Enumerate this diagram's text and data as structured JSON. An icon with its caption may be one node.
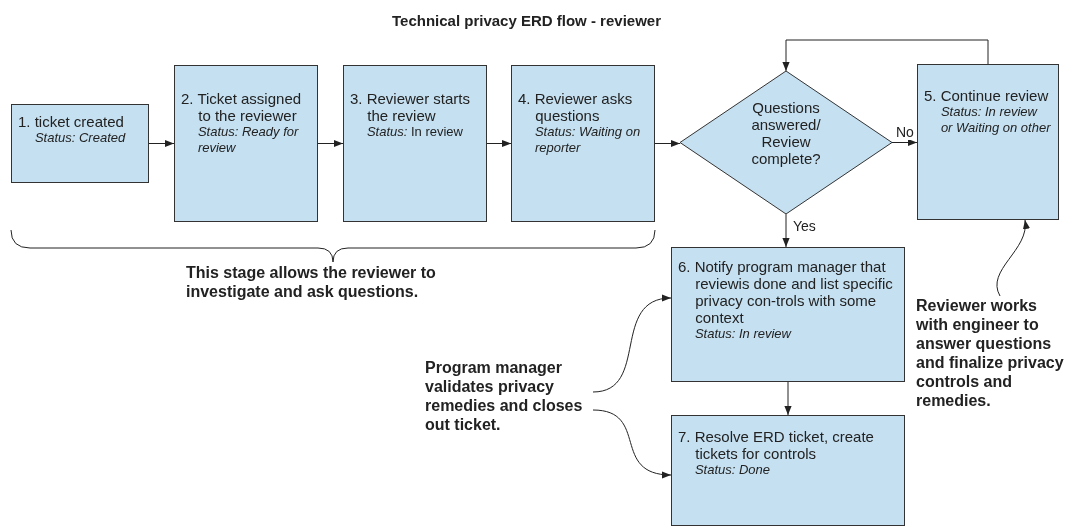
{
  "diagram": {
    "title": "Technical privacy ERD flow - reviewer",
    "nodes": [
      {
        "text": [
          "1. ticket created",
          "Status: Created"
        ]
      },
      {
        "text": [
          "2. Ticket assigned to the reviewer",
          "Status: Ready for review"
        ]
      },
      {
        "text": [
          "3. Reviewer starts the review",
          "*Status:* In review"
        ]
      },
      {
        "text": [
          "4. Reviewer asks questions",
          "Status: Waiting on reporter"
        ]
      },
      {
        "text": [
          "Questions answered/ Review complete?"
        ]
      },
      {
        "text": [
          "5. Continue review",
          "Status: In review or Waiting on other"
        ]
      },
      {
        "text": [
          "6. Notify program manager that reviewis done and list specific privacy con-trols with some context",
          "Status: In review"
        ]
      },
      {
        "text": [
          "7. Resolve ERD ticket, create tickets for controls",
          "Status: Done"
        ]
      },
      {
        "text": [
          "Program manager validates privacy remedies and closes out ticket."
        ]
      },
      {
        "text": [
          "Reviewer works with engineer to answer questions and finalize privacy controls and remedies."
        ]
      }
    ],
    "edges": [
      {
        "from": 0,
        "to": 1,
        "arrow": "to"
      },
      {
        "from": 1,
        "to": 2,
        "arrow": "to"
      },
      {
        "from": 2,
        "to": 3,
        "arrow": "to"
      },
      {
        "from": 3,
        "to": 4,
        "arrow": "to"
      },
      {
        "from": 4,
        "to": 5,
        "arrow": "to",
        "label": "No"
      },
      {
        "from": 4,
        "to": 6,
        "arrow": "to",
        "label": "Yes"
      },
      {
        "from": 5,
        "to": 4,
        "arrow": "to"
      },
      {
        "from": 6,
        "to": 7,
        "arrow": "to"
      },
      {
        "from": 8,
        "to": 6,
        "arrow": "to"
      },
      {
        "from": 8,
        "to": 7,
        "arrow": "to"
      },
      {
        "from": 9,
        "to": 5,
        "arrow": "to"
      }
    ],
    "labels": [
      "This stage allows the reviewer to investigate and ask questions."
    ]
  }
}
